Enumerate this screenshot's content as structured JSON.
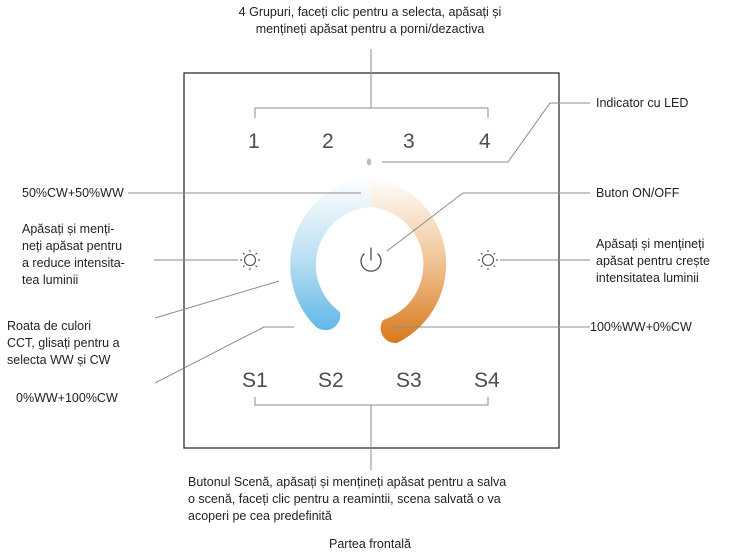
{
  "panel": {
    "groups": [
      "1",
      "2",
      "3",
      "4"
    ],
    "scenes": [
      "S1",
      "S2",
      "S3",
      "S4"
    ]
  },
  "labels": {
    "groups_note": "4 Grupuri, faceți clic pentru a selecta, apăsați și\nmențineți apăsat pentru a porni/dezactiva",
    "led_indicator": "Indicator cu LED",
    "cw_ww_top": "50%CW+50%WW",
    "on_off_button": "Buton ON/OFF",
    "dim_down": "Apăsați și menți-\nneți apăsat pentru\na reduce intensita-\ntea luminii",
    "dim_up": "Apăsați și mențineți\napăsat pentru crește\nintensitatea luminii",
    "color_wheel": "Roata de culori\nCCT, glisați pentru a\nselecta WW și CW",
    "ww_right": "100%WW+0%CW",
    "cw_left": "0%WW+100%CW",
    "scene_note": "Butonul Scenă, apăsați și mențineți apăsat pentru a salva\no scenă, faceți clic pentru a reamintii, scena salvată o va\nacoperi pe cea predefinită",
    "caption": "Partea frontală"
  },
  "colors": {
    "cool": "#5fb8e6",
    "warm": "#d9781b",
    "neutral": "#ffffff",
    "line": "#8c8c8c",
    "panel_border": "#231f20"
  }
}
